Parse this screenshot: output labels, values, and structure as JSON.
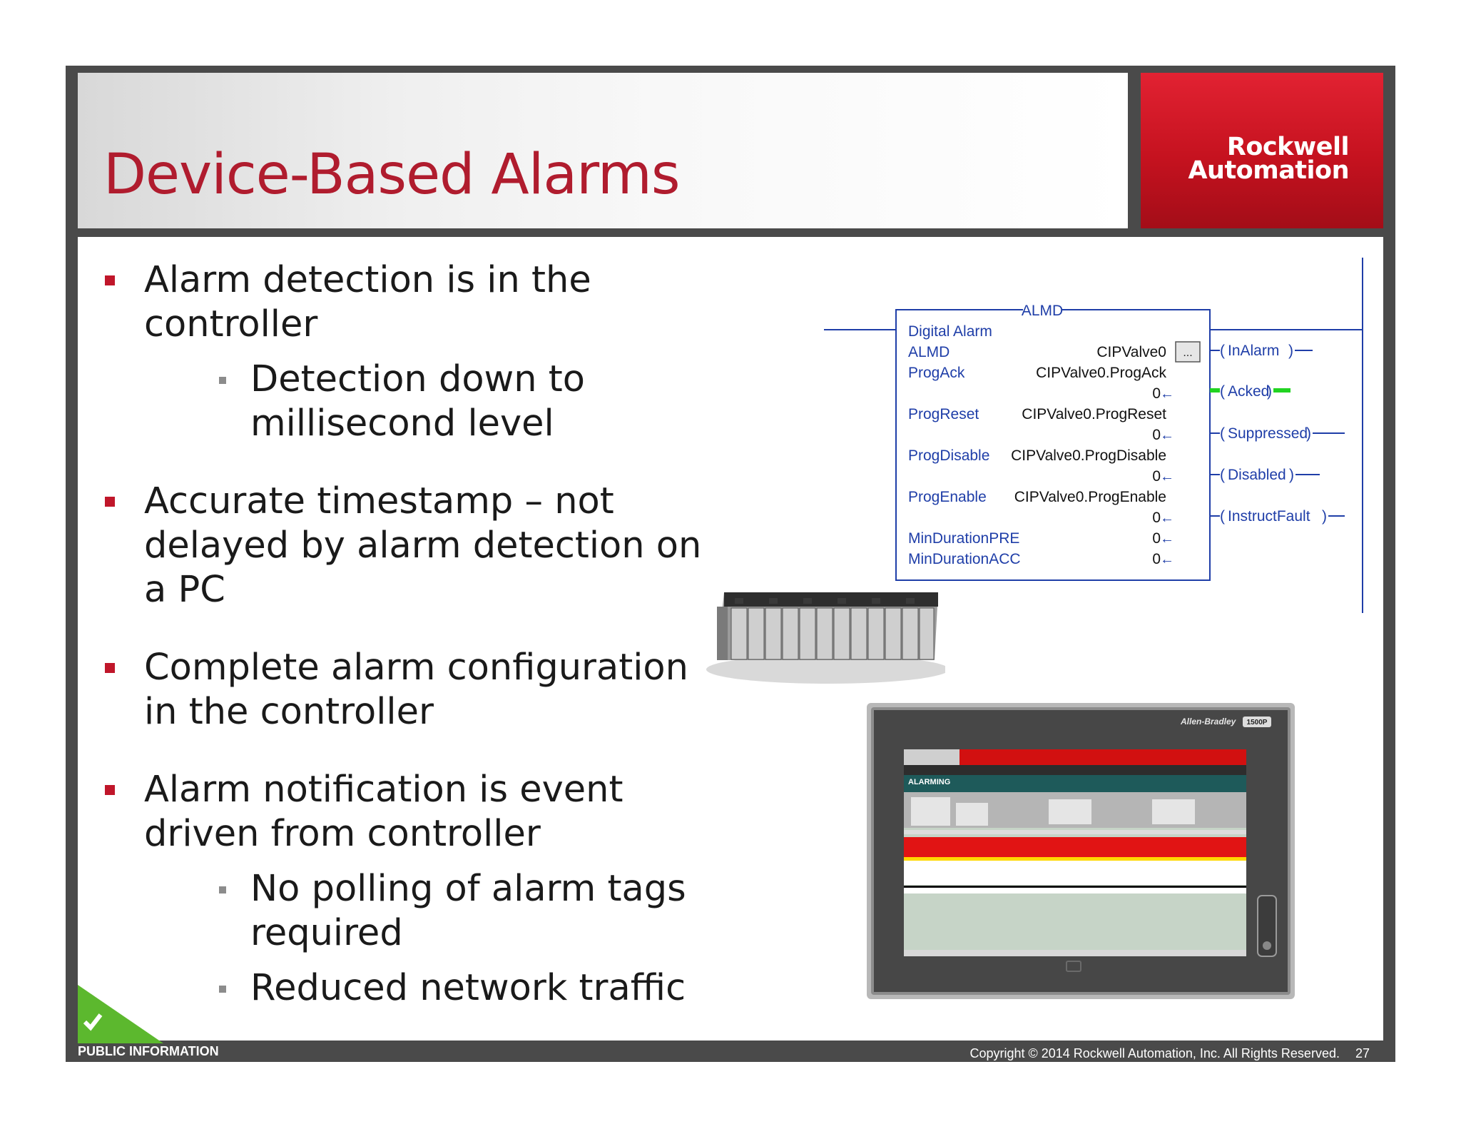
{
  "slide": {
    "title": "Device-Based Alarms",
    "logo": {
      "line1": "Rockwell",
      "line2": "Automation"
    },
    "classification": "PUBLIC INFORMATION",
    "copyright": "Copyright  © 2014 Rockwell Automation, Inc. All Rights Reserved.",
    "page_number": "27",
    "accent_color": "#b01c2e"
  },
  "bullets": [
    {
      "text": "Alarm detection is in the controller",
      "sub": [
        "Detection down to millisecond level"
      ]
    },
    {
      "text": "Accurate timestamp – not delayed by alarm detection on a PC",
      "sub": []
    },
    {
      "text": "Complete alarm configuration in the controller",
      "sub": []
    },
    {
      "text": "Alarm notification is event driven from controller",
      "sub": [
        "No polling of alarm tags required",
        "Reduced network traffic"
      ]
    }
  ],
  "ladder": {
    "block_title": "ALMD",
    "rows": [
      {
        "label": "Digital Alarm",
        "value": ""
      },
      {
        "label": "ALMD",
        "value": "CIPValve0"
      },
      {
        "label": "ProgAck",
        "value": "CIPValve0.ProgAck"
      },
      {
        "label": "",
        "value": "0"
      },
      {
        "label": "ProgReset",
        "value": "CIPValve0.ProgReset"
      },
      {
        "label": "",
        "value": "0"
      },
      {
        "label": "ProgDisable",
        "value": "CIPValve0.ProgDisable"
      },
      {
        "label": "",
        "value": "0"
      },
      {
        "label": "ProgEnable",
        "value": "CIPValve0.ProgEnable"
      },
      {
        "label": "",
        "value": "0"
      },
      {
        "label": "MinDurationPRE",
        "value": "0"
      },
      {
        "label": "MinDurationACC",
        "value": "0"
      }
    ],
    "ellipsis": "...",
    "outputs": [
      "InAlarm",
      "Acked",
      "Suppressed",
      "Disabled",
      "InstructFault"
    ]
  },
  "hmi": {
    "brand": "Allen-Bradley",
    "model": "1500P",
    "screen_title": "ALARMING"
  }
}
